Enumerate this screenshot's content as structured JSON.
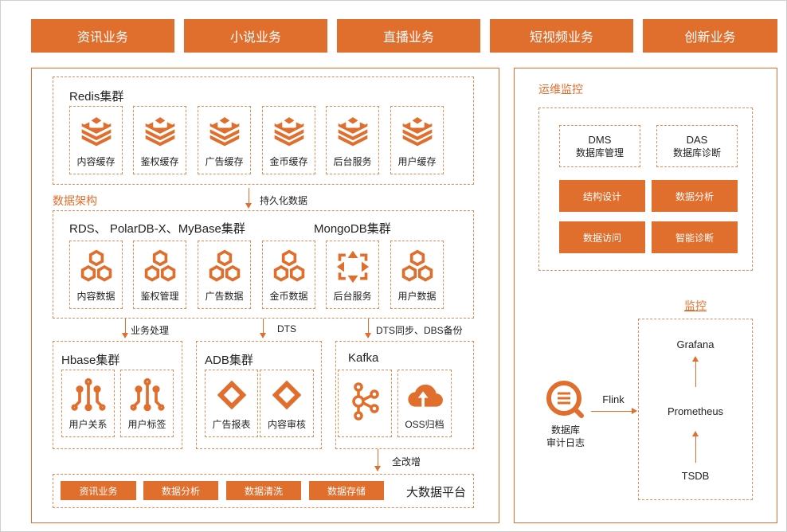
{
  "top_tabs": [
    "资讯业务",
    "小说业务",
    "直播业务",
    "短视频业务",
    "创新业务"
  ],
  "redis": {
    "title": "Redis集群",
    "cards": [
      "内容缓存",
      "鉴权缓存",
      "广告缓存",
      "金币缓存",
      "后台服务",
      "用户缓存"
    ]
  },
  "section_label": "数据架构",
  "persist_label": "持久化数据",
  "db": {
    "title_rds": "RDS、 PolarDB-X、MyBase集群",
    "title_mongo": "MongoDB集群",
    "cards": [
      "内容数据",
      "鉴权管理",
      "广告数据",
      "金币数据",
      "后台服务",
      "用户数据"
    ]
  },
  "flows": {
    "biz": "业务处理",
    "dts": "DTS",
    "dts_dbs": "DTS同步、DBS备份",
    "full_inc": "全改增",
    "flink": "Flink"
  },
  "hbase": {
    "title": "Hbase集群",
    "cards": [
      "用户关系",
      "用户标签"
    ]
  },
  "adb": {
    "title": "ADB集群",
    "cards": [
      "广告报表",
      "内容审核"
    ]
  },
  "kafka": {
    "title": "Kafka",
    "cards": [
      "",
      "OSS归档"
    ]
  },
  "bigdata": {
    "title": "大数据平台",
    "buttons": [
      "资讯业务",
      "数据分析",
      "数据清洗",
      "数据存储"
    ]
  },
  "ops": {
    "title": "运维监控",
    "dms": {
      "name": "DMS",
      "desc": "数据库管理"
    },
    "das": {
      "name": "DAS",
      "desc": "数据库诊断"
    },
    "buttons": [
      "结构设计",
      "数据分析",
      "数据访问",
      "智能诊断"
    ]
  },
  "monitor": {
    "title": "监控",
    "grafana": "Grafana",
    "prometheus": "Prometheus",
    "tsdb": "TSDB",
    "audit_line1": "数据库",
    "audit_line2": "审计日志"
  },
  "colors": {
    "accent": "#e06e2d"
  }
}
